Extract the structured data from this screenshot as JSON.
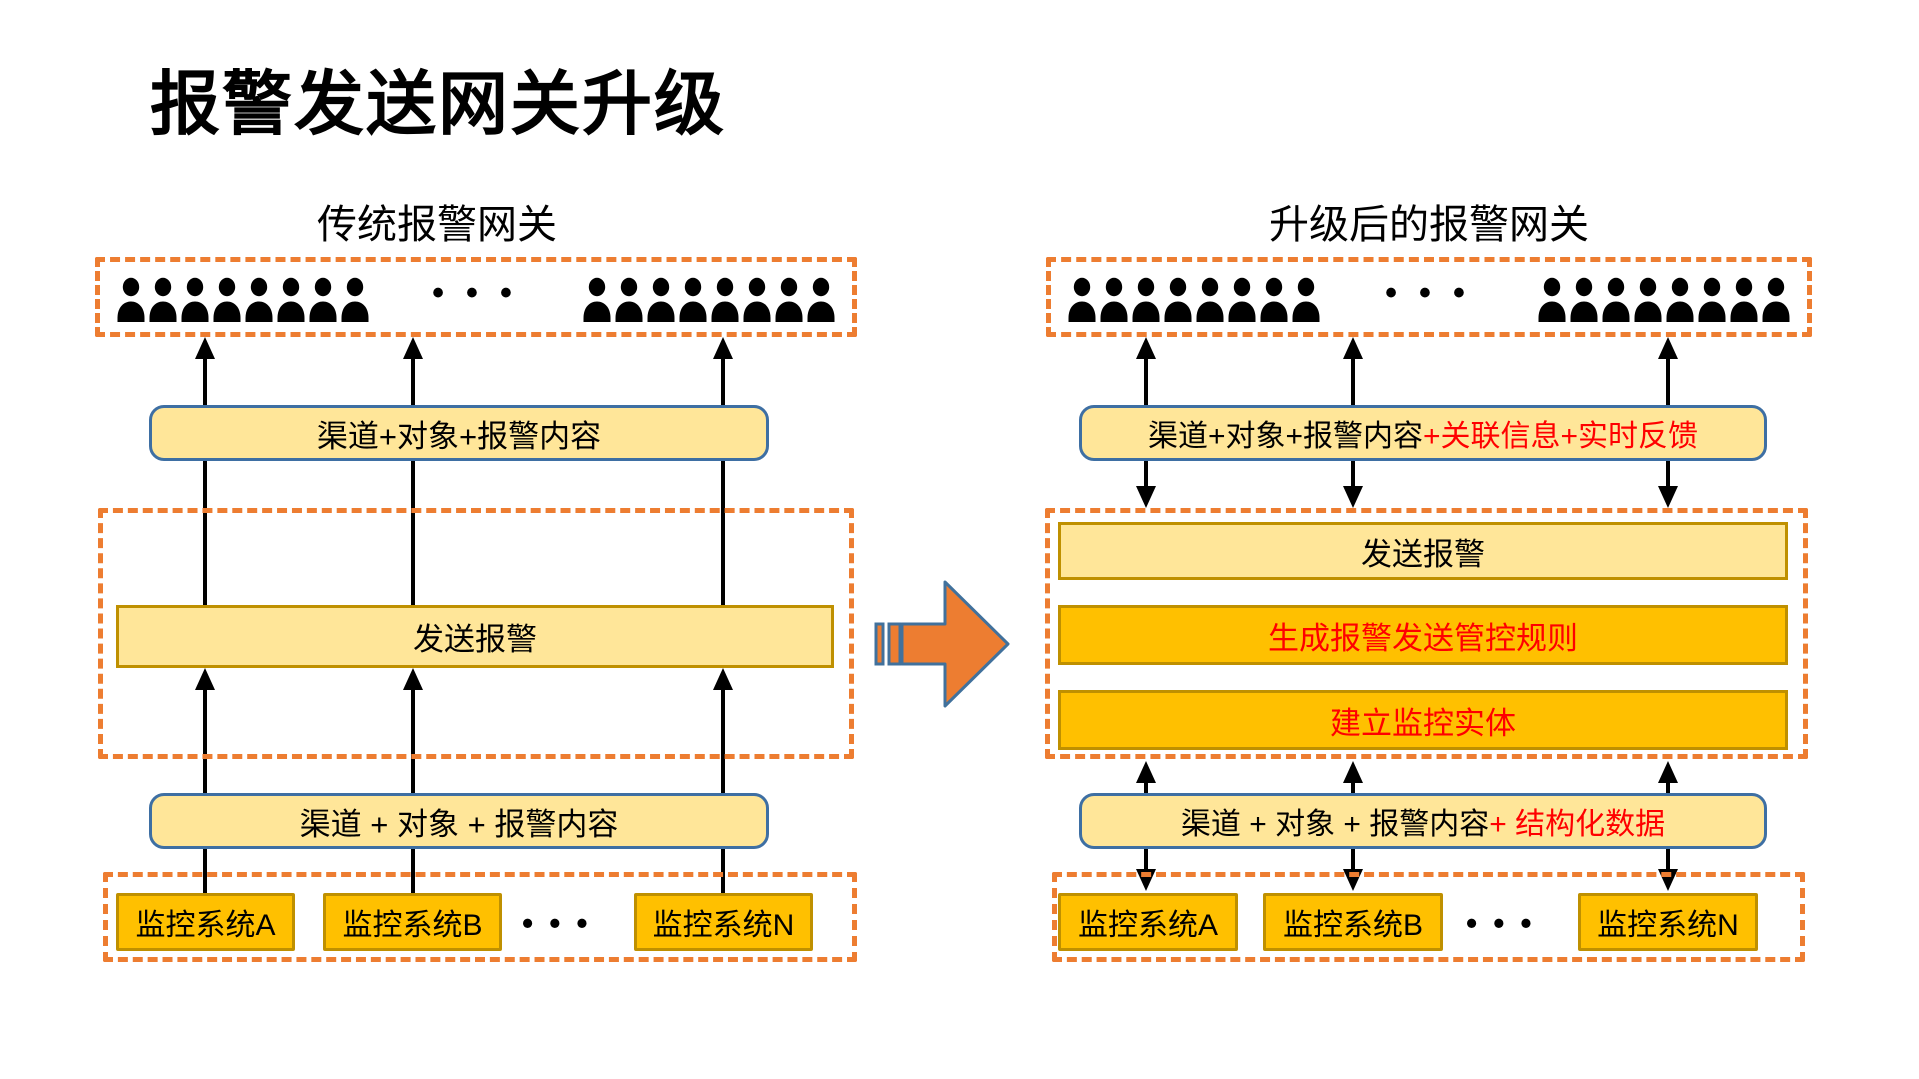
{
  "title": "报警发送网关升级",
  "people_per_group": 8,
  "people_ellipsis": "•••",
  "systems_ellipsis": "•••",
  "colors": {
    "dashed_orange": "#ED7D31",
    "light_yellow_fill": "#FFE699",
    "amber_fill": "#FFC000",
    "gold_border": "#BF9000",
    "blue_border": "#3E6FA3",
    "red_text": "#FF0000",
    "black": "#000000"
  },
  "left": {
    "heading": "传统报警网关",
    "channel_top": "渠道+对象+报警内容",
    "engine": "发送报警",
    "channel_bottom": "渠道 + 对象 + 报警内容",
    "systems": [
      "监控系统A",
      "监控系统B",
      "监控系统N"
    ]
  },
  "right": {
    "heading": "升级后的报警网关",
    "channel_top": {
      "black": "渠道+对象+报警内容",
      "red": "+关联信息+实时反馈"
    },
    "engine_boxes": [
      {
        "label": "发送报警"
      },
      {
        "label": "生成报警发送管控规则"
      },
      {
        "label": "建立监控实体"
      }
    ],
    "channel_bottom": {
      "black": "渠道 + 对象 + 报警内容 ",
      "red": "+ 结构化数据"
    },
    "systems": [
      "监控系统A",
      "监控系统B",
      "监控系统N"
    ]
  }
}
